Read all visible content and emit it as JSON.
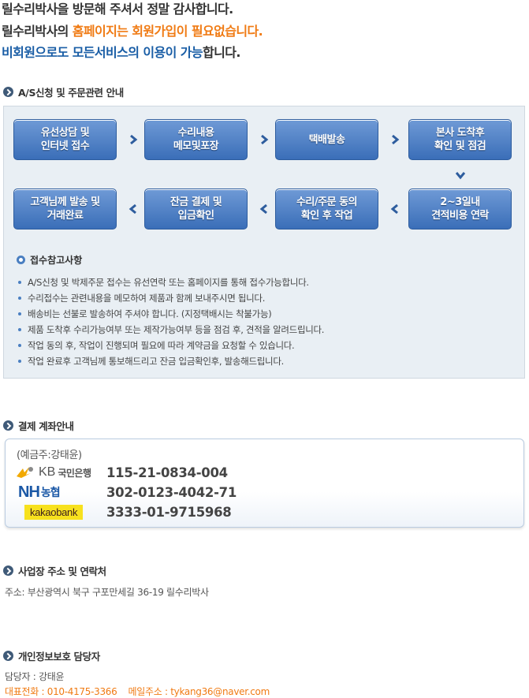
{
  "intro": {
    "line1": "릴수리박사을 방문해 주셔서 정말 감사합니다.",
    "line2_prefix": "릴수리박사의 ",
    "line2_highlight": "홈페이지는 회원가입이 필요없습니다.",
    "line3_highlight": "비회원으로도 모든서비스의 이용이 가능",
    "line3_suffix": "합니다."
  },
  "as_section": {
    "title": "A/S신청 및 주문관련 안내",
    "steps": [
      {
        "line1": "유선상담 및",
        "line2": "인터넷 접수"
      },
      {
        "line1": "수리내용",
        "line2": "메모및포장"
      },
      {
        "line1": "택배발송",
        "line2": ""
      },
      {
        "line1": "본사 도착후",
        "line2": "확인 및 점검"
      },
      {
        "line1": "2~3일내",
        "line2": "견적비용 연락"
      },
      {
        "line1": "수리/주문 동의",
        "line2": "확인 후 작업"
      },
      {
        "line1": "잔금 결제 및",
        "line2": "입금확인"
      },
      {
        "line1": "고객님께 발송 및",
        "line2": "거래완료"
      }
    ],
    "notes_title": "접수참고사항",
    "notes": [
      "A/S신청 및 박제주문 접수는 유선연락 또는 홈페이지를 통해 접수가능합니다.",
      "수리접수는 관련내용을 메모하여 제품과 함께 보내주시면 됩니다.",
      "배송비는 선불로 발송하여 주셔야 합니다. (지정택배시는 착불가능)",
      "제품 도착후 수리가능여부 또는 제작가능여부 등을 점검 후, 견적을 알려드립니다.",
      "작업 동의 후, 작업이 진행되며 필요에 따라 계약금을 요청할 수 있습니다.",
      "작업 완료후 고객님께 통보해드리고 잔금 입금확인후, 발송해드립니다."
    ]
  },
  "payment": {
    "title": "결제 계좌안내",
    "holder": "(예금주:강태윤)",
    "accounts": [
      {
        "bank_mark": "KB",
        "bank_name": "국민은행",
        "number": "115-21-0834-004",
        "color": "#f2a900"
      },
      {
        "bank_mark": "NH",
        "bank_name": "농협",
        "number": "302-0123-4042-71",
        "color": "#1b58a6"
      },
      {
        "bank_mark": "kakaobank",
        "bank_name": "",
        "number": "3333-01-9715968",
        "color": "#f7e11e"
      }
    ]
  },
  "address": {
    "title": "사업장 주소 및 연락처",
    "text": "주소: 부산광역시 북구 구포만세길 36-19 릴수리박사"
  },
  "privacy": {
    "title": "개인정보보호 담당자",
    "manager": "담당자 : 강태윤",
    "contact": "대표전화 : 010-4175-3366    메일주소 : tykang36@naver.com"
  },
  "colors": {
    "accent_orange": "#f07b14",
    "accent_blue": "#1a5ea6",
    "step_button": "#3a6eb8",
    "panel_bg": "#e9eff4"
  }
}
